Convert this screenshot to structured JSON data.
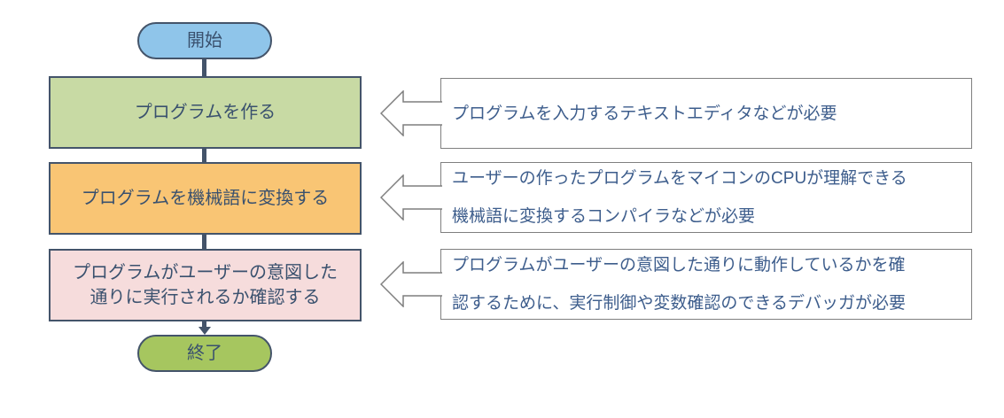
{
  "flowchart": {
    "start": {
      "label": "開始"
    },
    "steps": [
      {
        "label": "プログラムを作る"
      },
      {
        "label": "プログラムを機械語に変換する"
      },
      {
        "label": "プログラムがユーザーの意図した\n通りに実行されるか確認する"
      }
    ],
    "end": {
      "label": "終了"
    }
  },
  "callouts": [
    {
      "text": "プログラムを入力するテキストエディタなどが必要"
    },
    {
      "text": "ユーザーの作ったプログラムをマイコンのCPUが理解できる\n機械語に変換するコンパイラなどが必要"
    },
    {
      "text": "プログラムがユーザーの意図した通りに動作しているかを確\n認するために、実行制御や変数確認のできるデバッガが必要"
    }
  ],
  "colors": {
    "background": "#ffffff",
    "start_fill": "#8fc5ea",
    "step1_fill": "#c8daa4",
    "step2_fill": "#f9c574",
    "step3_fill": "#f6dcdc",
    "end_fill": "#a6c65f",
    "node_border": "#44546a",
    "node_text": "#3a516e",
    "connector": "#44546a",
    "callout_border": "#7f7f7f",
    "callout_text": "#3d5d8c"
  }
}
